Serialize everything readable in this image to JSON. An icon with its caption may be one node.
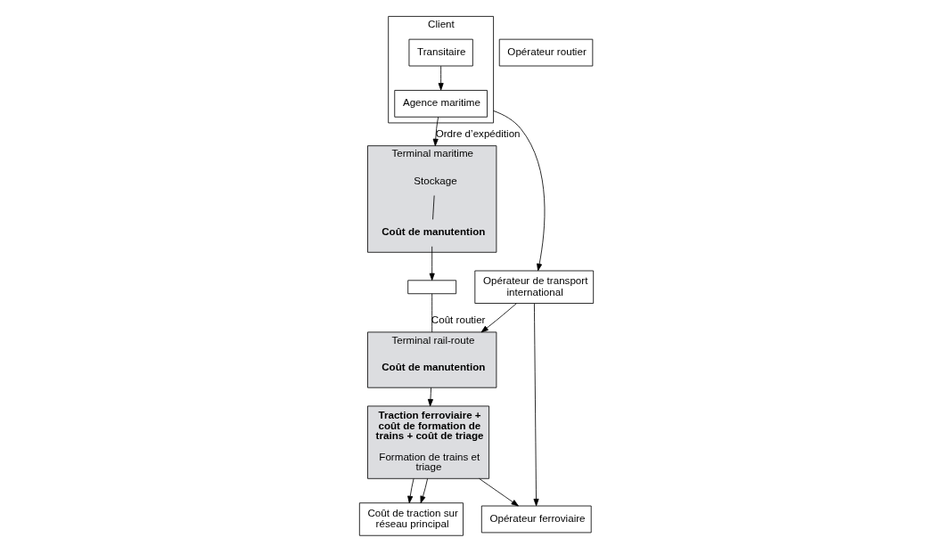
{
  "diagram": {
    "nodes": [
      {
        "text": [
          "Terminal maritime"
        ]
      },
      {
        "text": [
          "Stockage"
        ],
        "in": 0
      },
      {
        "text": [
          "Coût de manutention"
        ],
        "in": 0
      },
      {
        "text": [],
        "shape": "box"
      },
      {
        "text": [
          "Terminal rail-route"
        ]
      },
      {
        "text": [
          "Coût de manutention"
        ],
        "in": 4
      },
      {
        "text": [
          "Opérateur de transport international"
        ]
      },
      {
        "text": [
          "Client"
        ]
      },
      {
        "text": [
          "Agence maritime"
        ],
        "in": 7
      },
      {
        "text": [
          "Transitaire"
        ],
        "in": 7
      },
      {
        "text": [
          "Opérateur ferroviaire"
        ]
      },
      {
        "text": [
          "Traction ferroviaire + coût de formation de trains + coût de triage",
          "Formation de trains et triage"
        ]
      },
      {
        "text": [
          "Opérateur routier"
        ]
      },
      {
        "text": [
          "Coût de traction sur réseau principal"
        ]
      }
    ],
    "edges": [
      {
        "from": 8,
        "to": 0,
        "arrow": "to",
        "label": "Ordre d’expédition"
      },
      {
        "from": 9,
        "to": 8,
        "arrow": "to"
      },
      {
        "from": 7,
        "to": 6,
        "arrow": "to"
      },
      {
        "from": 6,
        "to": 4,
        "arrow": "to"
      },
      {
        "from": 6,
        "to": 10,
        "arrow": "to"
      },
      {
        "from": 1,
        "to": 2,
        "arrow": "none"
      },
      {
        "from": 2,
        "to": 3,
        "arrow": "to"
      },
      {
        "from": 3,
        "to": 4,
        "arrow": "none",
        "label": "Coût routier"
      },
      {
        "from": 4,
        "to": 11,
        "arrow": "to"
      },
      {
        "from": 11,
        "to": 10,
        "arrow": "to"
      },
      {
        "from": 11,
        "to": 13,
        "arrow": "to"
      },
      {
        "from": 11,
        "to": 13,
        "arrow": "to"
      }
    ]
  }
}
